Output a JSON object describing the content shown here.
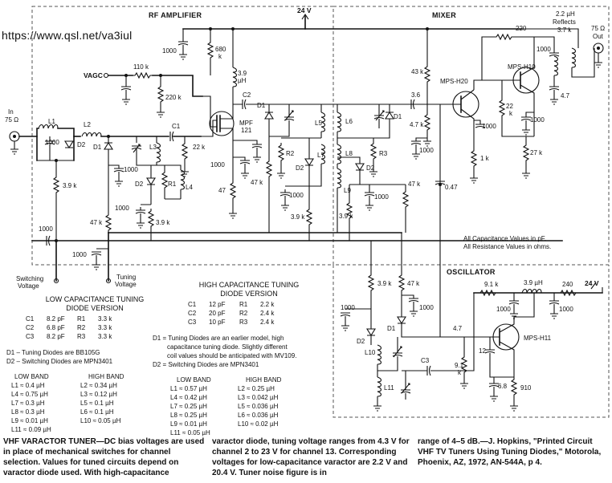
{
  "watermark_url": "https://www.qsl.net/va3iul",
  "sections": {
    "rf_amplifier": "RF AMPLIFIER",
    "mixer": "MIXER",
    "oscillator": "OSCILLATOR"
  },
  "supply": {
    "top": "24 V",
    "osc": "24 V"
  },
  "ports": {
    "input_a": "In",
    "input_b": "75 Ω",
    "output_a": "75 Ω",
    "output_b": "Out",
    "vagc": "VAGC",
    "switching_a": "Switching",
    "switching_b": "Voltage",
    "tuning_a": "Tuning",
    "tuning_b": "Voltage"
  },
  "components": {
    "rf_1000_top": "1000",
    "rf_680k": "680",
    "rf_680k_unit": "k",
    "rf_110k": "110 k",
    "rf_220k": "220 k",
    "rf_39uh": "3.9",
    "rf_39uh_unit": "µH",
    "rf_c2": "C2",
    "rf_mpf": "MPF",
    "rf_mpf_num": "121",
    "rf_l1": "L1",
    "rf_l2": "L2",
    "rf_1000_in": "1000",
    "rf_d2_in": "D2",
    "rf_c1": "C1",
    "rf_d1": "D1",
    "rf_l3": "L3",
    "rf_22k": "22 k",
    "rf_1000_b": "1000",
    "rf_d2": "D2",
    "rf_r1": "R1",
    "rf_l4": "L4",
    "rf_1000_c": "1000",
    "rf_39k_a": "3.9 k",
    "rf_47k_a": "47 k",
    "rf_39k_b": "3.9 k",
    "rf_1000_d": "1000",
    "rf_1000_e": "1000",
    "rf_1000_f": "1000",
    "rf_47": "47",
    "rf_47k_b": "47 k",
    "mid_d1": "D1",
    "mid_l5": "L5",
    "mid_r2": "R2",
    "mid_d2": "D2",
    "mid_l7": "L7",
    "mid_1000": "1000",
    "mid_39k": "3.9 k",
    "mx_l6": "L6",
    "mx_l8": "L8",
    "mx_r3": "R3",
    "mx_d2": "D2",
    "mx_l9": "L9",
    "mx_39k": "3.9 k",
    "mx_47k": "47 k",
    "mx_1000": "1000",
    "mx_d1": "D1",
    "mx_36": "3.6",
    "mx_47k_b": "4.7 k",
    "mx_43k": "43 k",
    "mx_1000_b": "1000",
    "mx_047": "0.47",
    "mx_mps_h20": "MPS-H20",
    "mx_22k": "22",
    "mx_22k_unit": "k",
    "mx_1000_c": "1000",
    "mx_1k": "1 k",
    "mx_1000_d": "1000",
    "mx_27k": "27 k",
    "mx_mps_h10": "MPS-H10",
    "mx_220": "220",
    "mx_1000_e": "1000",
    "mx_22uh": "2.2 µH",
    "mx_reflects": "Reflects",
    "mx_37k": "3.7 k",
    "mx_47": "4.7",
    "osc_91k": "9.1 k",
    "osc_39uh": "3.9 µH",
    "osc_240": "240",
    "osc_1000_a": "1000",
    "osc_1000_b": "1000",
    "osc_mps_h11": "MPS-H11",
    "osc_47": "4.7",
    "osc_39k": "3.9 k",
    "osc_47k": "47 k",
    "osc_1000_c": "1000",
    "osc_1000_d": "1000",
    "osc_d1": "D1",
    "osc_d2": "D2",
    "osc_l10": "L10",
    "osc_c3": "C3",
    "osc_l11": "L11",
    "osc_12": "12",
    "osc_91k_b": "9.1",
    "osc_91k_b_unit": "k",
    "osc_68": "6.8",
    "osc_910": "910"
  },
  "notes": {
    "units_1": "All Capacitance Values in pF.",
    "units_2": "All Resistance Values in ohms."
  },
  "low_cap_table": {
    "title_1": "LOW CAPACITANCE TUNING",
    "title_2": "DIODE VERSION",
    "rows": [
      [
        "C1",
        "8.2 pF",
        "R1",
        "3.3 k"
      ],
      [
        "C2",
        "6.8 pF",
        "R2",
        "3.3 k"
      ],
      [
        "C3",
        "8.2 pF",
        "R3",
        "3.3 k"
      ]
    ],
    "note_1": "D1 – Tuning Diodes are BB105G",
    "note_2": "D2 – Switching Diodes are MPN3401",
    "low_band": "LOW BAND",
    "high_band": "HIGH BAND",
    "low": [
      "L1 ≈ 0.4 µH",
      "L4 ≈ 0.75 µH",
      "L7 ≈ 0.3 µH",
      "L8 ≈ 0.3 µH",
      "L9 ≈ 0.01 µH",
      "L11 ≈ 0.09 µH"
    ],
    "high": [
      "L2 ≈ 0.34 µH",
      "L3 ≈ 0.12 µH",
      "L5 ≈ 0.1 µH",
      "L6 ≈ 0.1 µH",
      "L10 ≈ 0.05 µH"
    ]
  },
  "high_cap_table": {
    "title_1": "HIGH CAPACITANCE TUNING",
    "title_2": "DIODE VERSION",
    "rows": [
      [
        "C1",
        "12 pF",
        "R1",
        "2.2 k"
      ],
      [
        "C2",
        "20 pF",
        "R2",
        "2.4 k"
      ],
      [
        "C3",
        "10 pF",
        "R3",
        "2.4 k"
      ]
    ],
    "note_1": "D1 = Tuning Diodes are an earlier model, high",
    "note_2": "capacitance tuning diode.  Slightly different",
    "note_3": "coil values should be anticipated with MV109.",
    "note_4": "D2 = Switching Diodes are MPN3401",
    "low_band": "LOW BAND",
    "high_band": "HIGH BAND",
    "low": [
      "L1 ≈ 0.57 µH",
      "L4 ≈ 0.42 µH",
      "L7 ≈ 0.25 µH",
      "L8 ≈ 0.25 µH",
      "L9 ≈ 0.01 µH",
      "L11 ≈ 0.05 µH"
    ],
    "high": [
      "L2 ≈ 0.25 µH",
      "L3 ≈ 0.042 µH",
      "L5 ≈ 0.036 µH",
      "L6 ≈ 0.036 µH",
      "L10 ≈ 0.02 µH"
    ]
  },
  "caption": {
    "col1": "VHF VARACTOR TUNER—DC bias voltages are used in place of mechanical switches for channel selection. Values for tuned circuits depend on varactor diode used. With high-capacitance",
    "col2": "varactor diode, tuning voltage ranges from 4.3 V for channel 2 to 23 V for channel 13. Corresponding voltages for low-capacitance varactor are 2.2 V and 20.4 V. Tuner noise figure is in",
    "col3": "range of 4–5 dB.—J. Hopkins, \"Printed Circuit VHF TV Tuners Using Tuning Diodes,\" Motorola, Phoenix, AZ, 1972, AN-544A, p 4."
  }
}
